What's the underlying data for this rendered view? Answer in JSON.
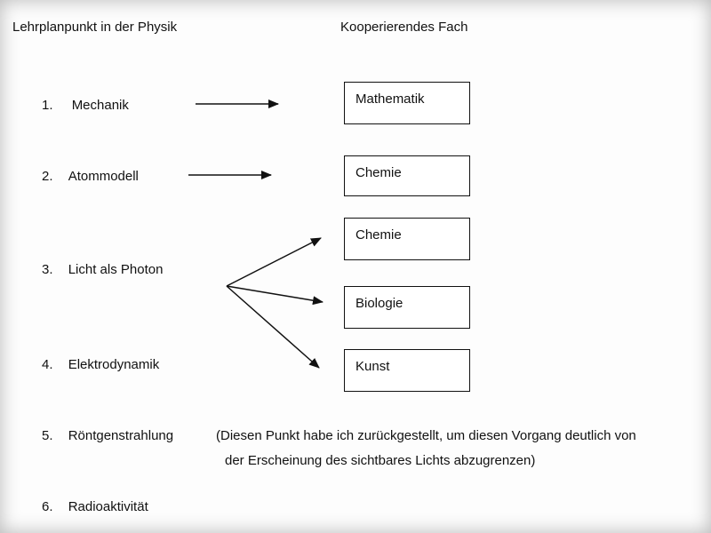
{
  "headers": {
    "left": "Lehrplanpunkt in der Physik",
    "right": "Kooperierendes Fach"
  },
  "topics": [
    {
      "num": "1.",
      "name": "Mechanik"
    },
    {
      "num": "2.",
      "name": "Atommodell"
    },
    {
      "num": "3.",
      "name": "Licht als Photon"
    },
    {
      "num": "4.",
      "name": "Elektrodynamik"
    },
    {
      "num": "5.",
      "name": "Röntgenstrahlung"
    },
    {
      "num": "6.",
      "name": "Radioaktivität"
    }
  ],
  "subjects": [
    "Mathematik",
    "Chemie",
    "Chemie",
    "Biologie",
    "Kunst"
  ],
  "note": {
    "line1": "(Diesen Punkt habe ich zurückgestellt, um diesen Vorgang deutlich von",
    "line2": "der Erscheinung des sichtbares Lichts abzugrenzen)"
  },
  "colors": {
    "ink": "#111111",
    "background": "#ffffff"
  }
}
